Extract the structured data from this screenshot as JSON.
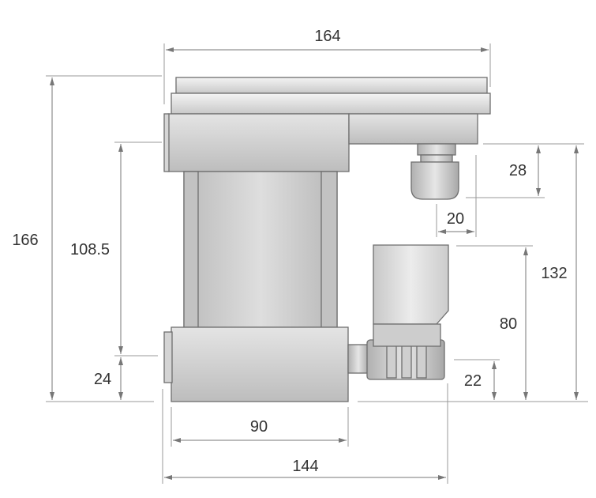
{
  "colors": {
    "background": "#ffffff",
    "dimension_line": "#777777",
    "dimension_text": "#333333",
    "outline": "#6e6e6e"
  },
  "dimensions": {
    "overall_width": "164",
    "overall_height": "166",
    "body_height": "108.5",
    "base_height": "24",
    "fitting_height": "28",
    "fitting_width": "20",
    "valve_height": "80",
    "valve_top_height": "132",
    "port_height": "22",
    "base_width": "90",
    "total_base_width": "144"
  }
}
